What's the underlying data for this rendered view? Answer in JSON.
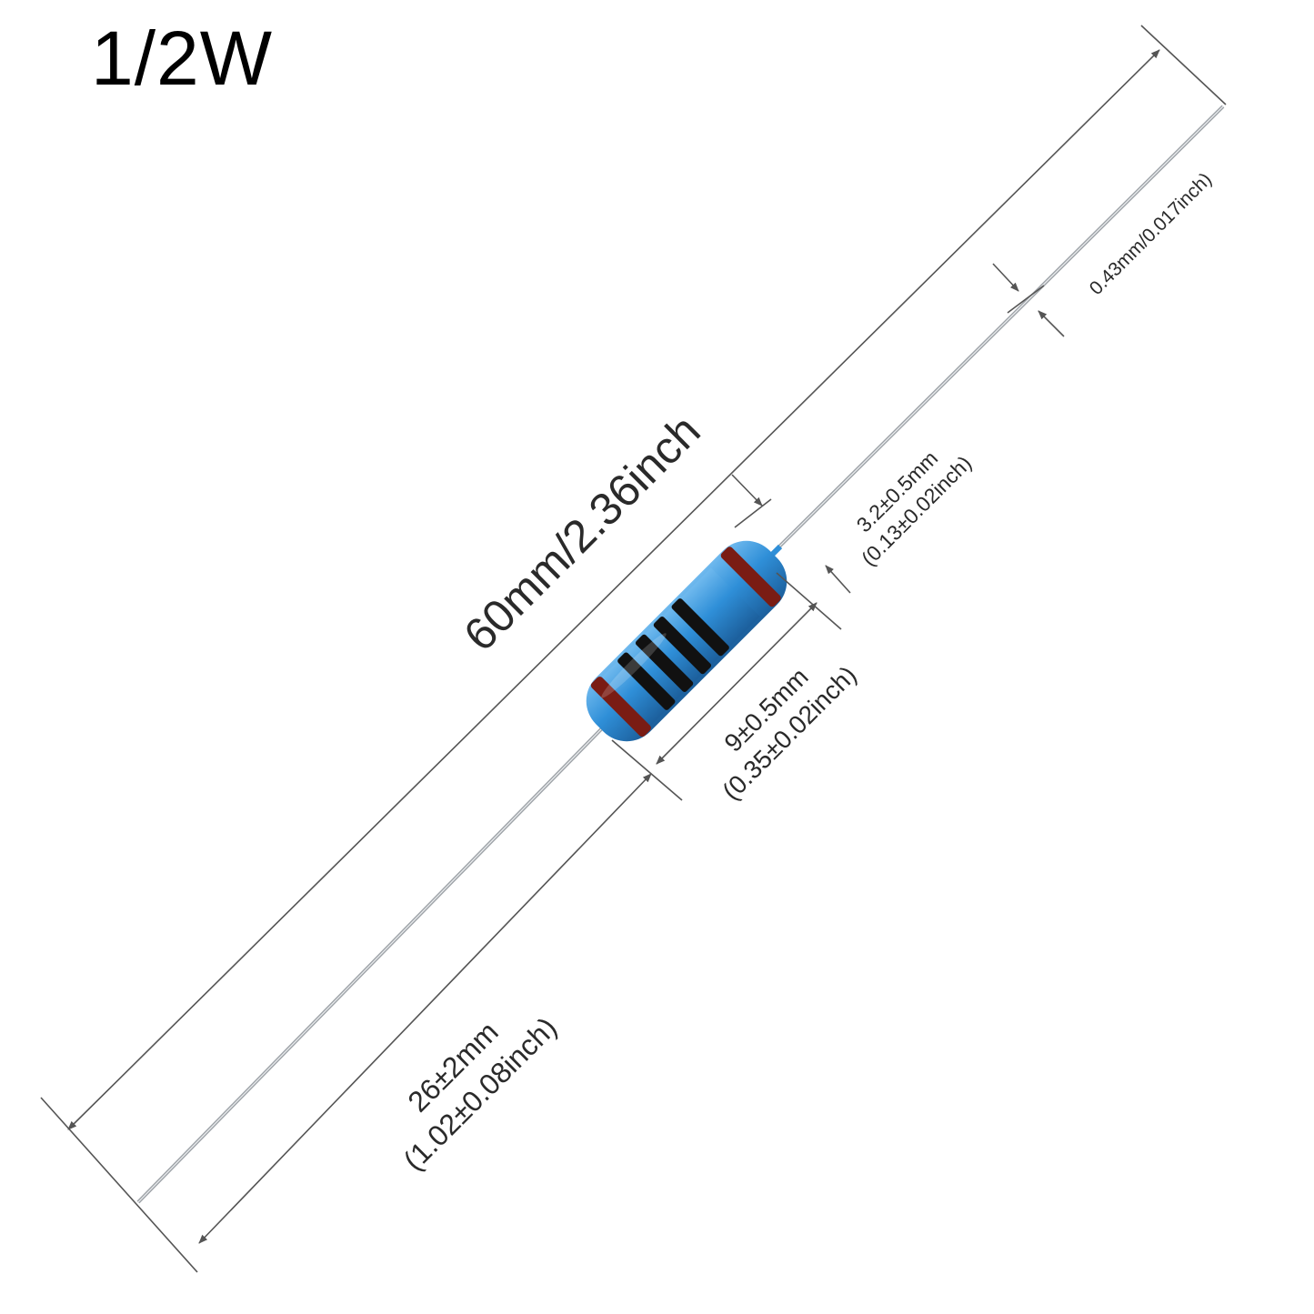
{
  "title": "1/2W",
  "dimensions": {
    "total_length": "60mm/2.36inch",
    "lead_length_line1": "26±2mm",
    "lead_length_line2": "(1.02±0.08inch)",
    "body_length_line1": "9±0.5mm",
    "body_length_line2": "(0.35±0.02inch)",
    "body_diameter_line1": "3.2±0.5mm",
    "body_diameter_line2": "(0.13±0.02inch)",
    "lead_diameter": "0.43mm/0.017inch)"
  },
  "colors": {
    "body": "#2f8fd8",
    "body_highlight": "#6fb9ee",
    "body_shadow": "#1c5f9c",
    "band_red": "#7a1c14",
    "band_black": "#111111",
    "lead": "#bfc3c7",
    "dimension_line": "#555555"
  }
}
